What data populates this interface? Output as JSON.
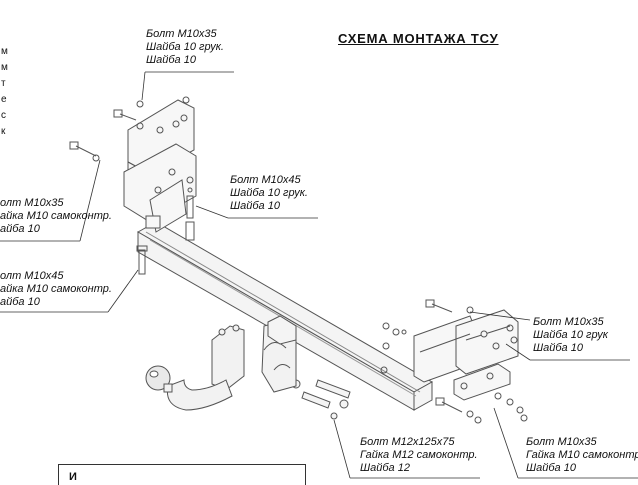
{
  "title": "СХЕМА МОНТАЖА ТСУ",
  "side_letters": [
    "м",
    "м",
    "т",
    "е",
    "с",
    "к"
  ],
  "labels": {
    "top": [
      "Болт М10х35",
      "Шайба 10 грук.",
      "Шайба 10"
    ],
    "mid_right": [
      "Болт М10х45",
      "Шайба 10 грук.",
      "Шайба 10"
    ],
    "left_upper": [
      "олт М10х35",
      "айка М10 самоконтр.",
      "айба 10"
    ],
    "left_lower": [
      "олт М10х45",
      "айка М10 самоконтр.",
      "айба 10"
    ],
    "right_mid": [
      "Болт М10х35",
      "Шайба 10 грук",
      "Шайба 10"
    ],
    "bottom_center": [
      "Болт М12х125х75",
      "Гайка М12 самоконтр.",
      "Шайба 12"
    ],
    "bottom_right": [
      "Болт М10х35",
      "Гайка М10 самоконтр.",
      "Шайба 10"
    ]
  },
  "note": {
    "text": "И"
  }
}
